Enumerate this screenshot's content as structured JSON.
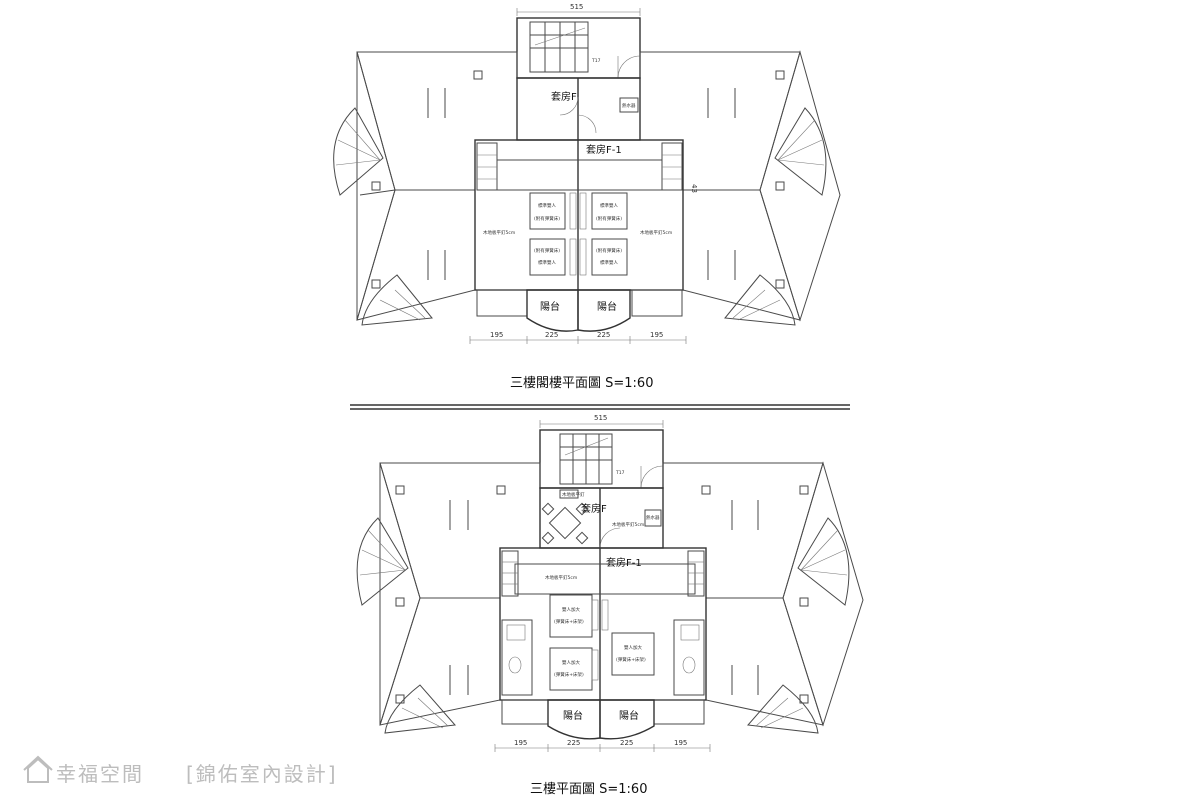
{
  "upper_plan": {
    "title": "三樓閣樓平面圖 S=1:60",
    "top_dimension": "515",
    "stair_label": "T17",
    "room_f": "套房F",
    "room_f1": "套房F-1",
    "water_heater": "熱水器",
    "beds": {
      "left_top_line1": "標準雙人",
      "left_top_line2": "(附有彈簧床)",
      "left_bottom_line1": "(附有彈簧床)",
      "left_bottom_line2": "標準雙人",
      "right_top_line1": "標準雙人",
      "right_top_line2": "(附有彈簧床)",
      "right_bottom_line1": "(附有彈簧床)",
      "right_bottom_line2": "標準雙人"
    },
    "floor_note_left": "木地板平釘5cm",
    "floor_note_right": "木地板平釘5cm",
    "balcony_left": "陽台",
    "balcony_right": "陽台",
    "side_dim": "43",
    "bottom_dims": [
      "195",
      "225",
      "225",
      "195"
    ]
  },
  "lower_plan": {
    "title": "三樓平面圖 S=1:60",
    "top_dimension": "515",
    "stair_label": "T17",
    "room_f": "套房F",
    "room_f1": "套房F-1",
    "water_heater": "熱水器",
    "beds": {
      "left_top_line1": "雙人加大",
      "left_top_line2": "(彈簧床+床架)",
      "left_bottom_line1": "雙人加大",
      "left_bottom_line2": "(彈簧床+床架)",
      "right_line1": "雙人加大",
      "right_line2": "(彈簧床+床架)"
    },
    "floor_note_1": "木地板平釘",
    "floor_note_2": "木地板平釘5cm",
    "floor_note_3": "木地板平釘5cm",
    "balcony_left": "陽台",
    "balcony_right": "陽台",
    "bottom_dims": [
      "195",
      "225",
      "225",
      "195"
    ]
  },
  "watermark": {
    "brand": "幸福空間",
    "designer": "[錦佑室內設計]"
  }
}
